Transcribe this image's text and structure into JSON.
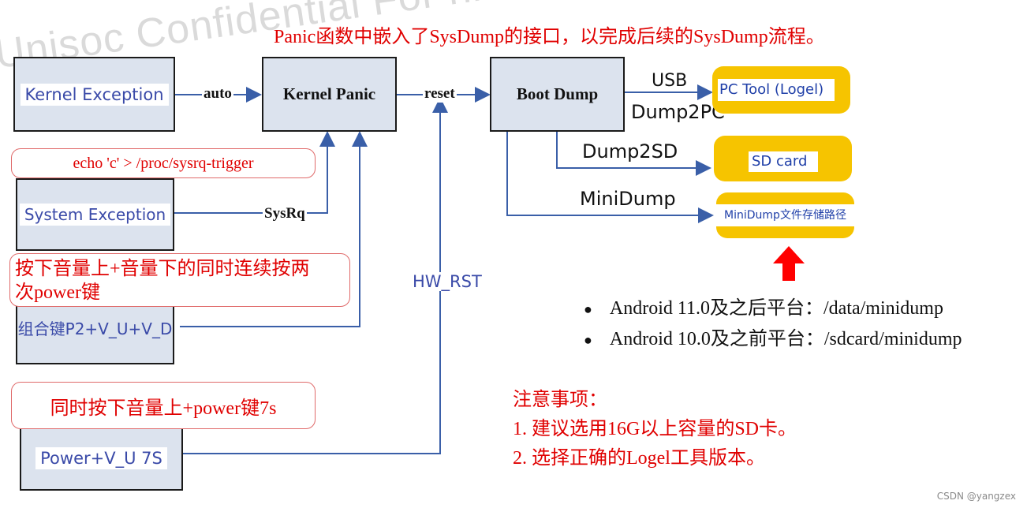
{
  "watermark": "Unisoc Confidential For hisenseog",
  "title": "Panic函数中嵌入了SysDump的接口，以完成后续的SysDump流程。",
  "boxes": {
    "kernel_exception": "Kernel Exception",
    "kernel_panic": "Kernel Panic",
    "boot_dump": "Boot Dump",
    "system_exception": "System Exception",
    "combo_key": "组合键P2+V_U+V_D",
    "power_vu": "Power+V_U 7S"
  },
  "connectors": {
    "auto": "auto",
    "reset": "reset",
    "sysrq": "SysRq",
    "hw_rst": "HW_RST",
    "usb": "USB",
    "dump2pc": "Dump2PC",
    "dump2sd": "Dump2SD",
    "minidump": "MiniDump"
  },
  "bubbles": {
    "echo": "echo 'c' > /proc/sysrq-trigger",
    "vol_line1": "按下音量上+音量下的同时连续按两",
    "vol_line2": "次power键",
    "power_hold": "同时按下音量上+power键7s"
  },
  "targets": {
    "pc_tool": "PC Tool (Logel)",
    "sd_card": "SD card",
    "minidump_path": "MiniDump文件存储路径"
  },
  "bullets": [
    "Android 11.0及之后平台：/data/minidump",
    "Android 10.0及之前平台：/sdcard/minidump"
  ],
  "notes": {
    "heading": "注意事项：",
    "items": [
      "1.    建议选用16G以上容量的SD卡。",
      "2.    选择正确的Logel工具版本。"
    ]
  },
  "footer": "CSDN @yangzex",
  "colors": {
    "accent_red": "#e00000",
    "line_blue": "#3a5fa8",
    "box_fill": "#dce3ee",
    "yellow": "#f6c400"
  }
}
